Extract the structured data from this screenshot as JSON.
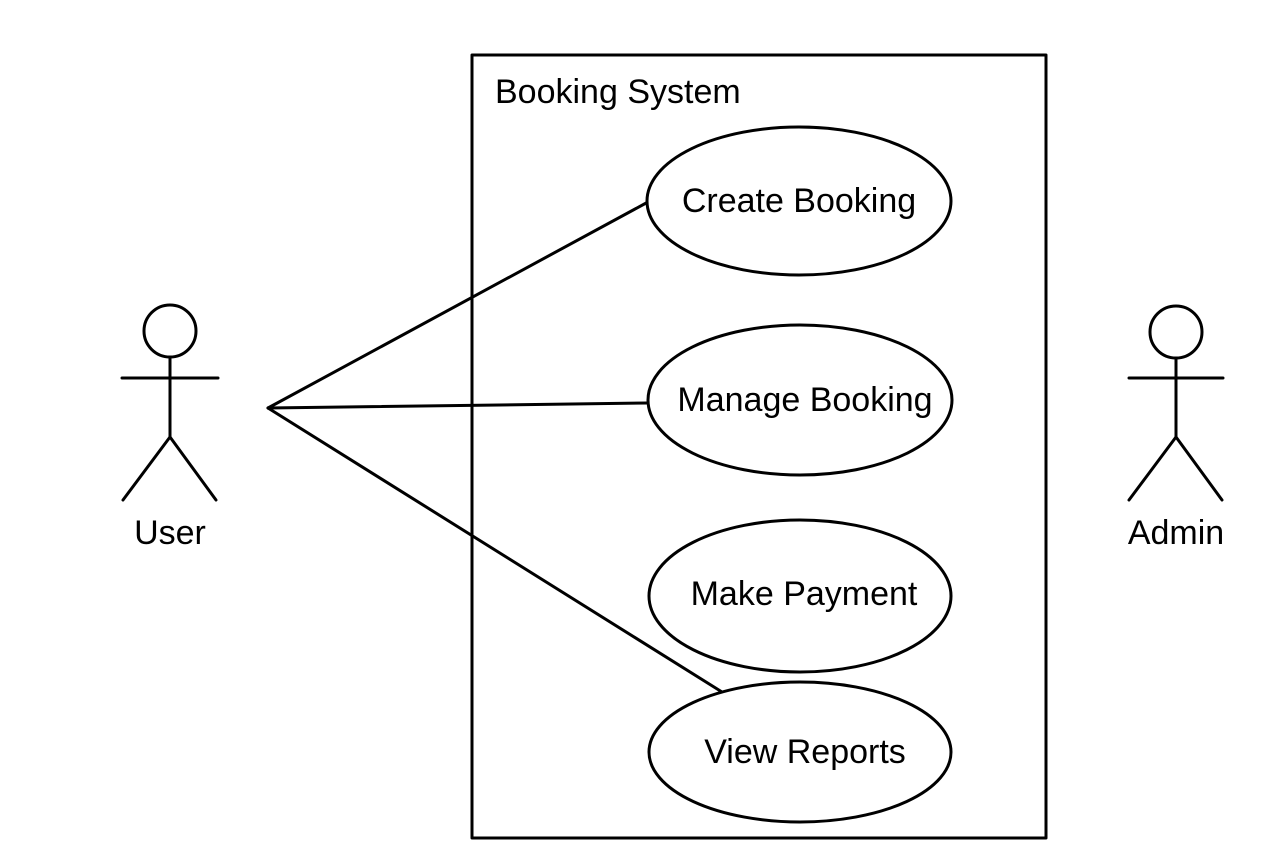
{
  "diagram": {
    "type": "use-case",
    "system": {
      "title": "Booking System"
    },
    "actors": [
      {
        "id": "user",
        "label": "User"
      },
      {
        "id": "admin",
        "label": "Admin"
      }
    ],
    "use_cases": [
      {
        "id": "create",
        "label": "Create Booking"
      },
      {
        "id": "manage",
        "label": "Manage Booking"
      },
      {
        "id": "payment",
        "label": "Make Payment"
      },
      {
        "id": "reports",
        "label": "View Reports"
      }
    ],
    "associations": [
      {
        "from": "user",
        "to": "create"
      },
      {
        "from": "user",
        "to": "manage"
      },
      {
        "from": "user",
        "to": "reports"
      }
    ]
  }
}
